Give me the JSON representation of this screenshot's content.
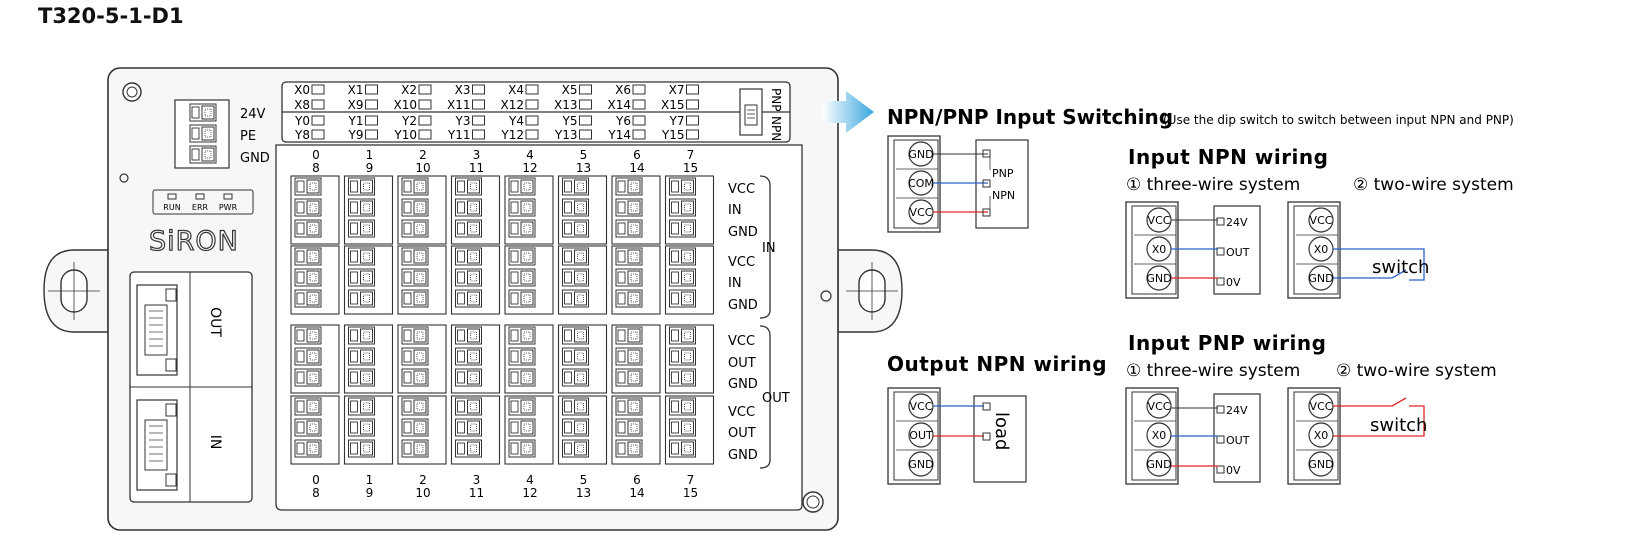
{
  "title": "T320-5-1-D1",
  "device": {
    "brand": "SiRON",
    "power_labels": [
      "24V",
      "PE",
      "GND"
    ],
    "leds": [
      "RUN",
      "ERR",
      "PWR"
    ],
    "port_labels": [
      "OUT",
      "IN"
    ],
    "dip_labels": [
      "PNP",
      "NPN"
    ],
    "x_rows": [
      [
        "X0",
        "X1",
        "X2",
        "X3",
        "X4",
        "X5",
        "X6",
        "X7"
      ],
      [
        "X8",
        "X9",
        "X10",
        "X11",
        "X12",
        "X13",
        "X14",
        "X15"
      ]
    ],
    "y_rows": [
      [
        "Y0",
        "Y1",
        "Y2",
        "Y3",
        "Y4",
        "Y5",
        "Y6",
        "Y7"
      ],
      [
        "Y8",
        "Y9",
        "Y10",
        "Y11",
        "Y12",
        "Y13",
        "Y14",
        "Y15"
      ]
    ],
    "col_top": [
      "0",
      "1",
      "2",
      "3",
      "4",
      "5",
      "6",
      "7"
    ],
    "col_bottom": [
      "8",
      "9",
      "10",
      "11",
      "12",
      "13",
      "14",
      "15"
    ],
    "in_rows": [
      "VCC",
      "IN",
      "GND",
      "VCC",
      "IN",
      "GND"
    ],
    "out_rows": [
      "VCC",
      "OUT",
      "GND",
      "VCC",
      "OUT",
      "GND"
    ],
    "in_group": "IN",
    "out_group": "OUT"
  },
  "switching": {
    "heading": "NPN/PNP Input Switching",
    "note": "(Use the dip switch to switch between input NPN and PNP)",
    "terminals": [
      "GND",
      "COM",
      "VCC"
    ],
    "labels": [
      "PNP",
      "NPN"
    ]
  },
  "npn_in": {
    "heading": "Input NPN wiring",
    "sub1": "① three-wire system",
    "sub2": "② two-wire system",
    "terminals": [
      "VCC",
      "X0",
      "GND"
    ],
    "sensor": [
      "24V",
      "OUT",
      "0V"
    ],
    "switch_label": "switch"
  },
  "pnp_in": {
    "heading": "Input PNP wiring",
    "sub1": "① three-wire system",
    "sub2": "② two-wire system",
    "terminals": [
      "VCC",
      "X0",
      "GND"
    ],
    "sensor": [
      "24V",
      "OUT",
      "0V"
    ],
    "switch_label": "switch"
  },
  "npn_out": {
    "heading": "Output NPN wiring",
    "terminals": [
      "VCC",
      "OUT",
      "GND"
    ],
    "load_label": "load"
  },
  "colors": {
    "wire_red": "#e0262b",
    "wire_blue": "#2b62c9",
    "arrow": "#3aa6de",
    "line": "#333333"
  }
}
